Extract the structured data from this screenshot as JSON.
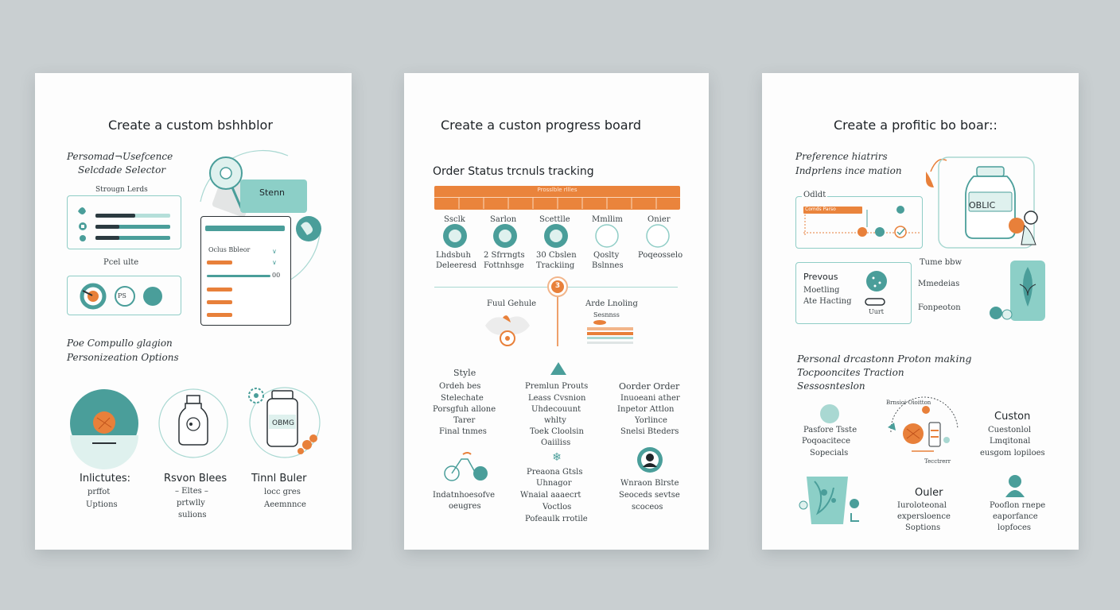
{
  "colors": {
    "teal": "#4a9e9a",
    "teal_light": "#a9d8d2",
    "orange": "#e8803a",
    "dark": "#243036"
  },
  "card1": {
    "title": "Create a custom bshhblor",
    "pref_line1": "Persomad¬Usefcence",
    "pref_line2": "Selcdade Selector",
    "group_label": "Strougn Lerds",
    "pref_label": "Pcel ulte",
    "swatch_label": "PS",
    "sticker_label": "Stenn",
    "list_item1": "Oclus Bbleor",
    "list_value": "00",
    "options_line1": "Poe Compullo glagion",
    "options_line2": "Personizeation Options",
    "items": [
      {
        "title": "Inlictutes:",
        "lines": [
          "prffot",
          "Uptions"
        ]
      },
      {
        "title": "Rsvon Blees",
        "lines": [
          "– Eltes –",
          "prtwlly",
          "sulions"
        ]
      },
      {
        "title": "Tinnl Buler",
        "lines": [
          "locc gres",
          "Aeemnnce"
        ]
      }
    ],
    "bottle_label": "OBMG"
  },
  "card2": {
    "title": "Create a custon progress board",
    "subtitle": "Order Status trcnuls tracking",
    "banner_label": "Prosslble rllles",
    "steps": [
      {
        "name": "Ssclk",
        "lines": [
          "Lhdsbuh",
          "Deleeresd"
        ]
      },
      {
        "name": "Sarlon",
        "lines": [
          "2  Sfrrngts",
          "Fottnhsge"
        ]
      },
      {
        "name": "Scettlle",
        "lines": [
          "30  Cbslen",
          "Trackiing"
        ]
      },
      {
        "name": "Mmllim",
        "lines": [
          "Qoslty",
          "Bslnnes"
        ]
      },
      {
        "name": "Onier",
        "lines": [
          "Poqeosselo"
        ]
      }
    ],
    "badge": "3",
    "left_label": "Fuul Gehule",
    "right_label1": "Arde Lnoling",
    "right_label2": "Sesnnss",
    "columns": [
      {
        "title": "Style",
        "lines": [
          "Ordeh bes",
          "Stelechate",
          "Porsgfuh allone",
          "Tarer",
          "Final tnmes"
        ]
      },
      {
        "title": "Premlun Prouts",
        "lines": [
          "Leass Cvsnion",
          "Uhdecouunt",
          "whlty",
          "Toek Cloolsin",
          "Oaiiliss"
        ]
      },
      {
        "title": "Oorder Order",
        "lines": [
          "Inuoeani ather",
          "Inpetor Attlon",
          "Yorlince",
          "Snelsi Bteders"
        ]
      }
    ],
    "bottom": [
      {
        "lines": [
          "Indatnhoesofve",
          "oeugres"
        ]
      },
      {
        "lines": [
          "Preaona Gtsls",
          "Uhnagor",
          "Wnaial aaaecrt",
          "Voctlos",
          "Pofeaulk rrotile"
        ]
      },
      {
        "lines": [
          "Wnraon Blrste",
          "Seoceds sevtse",
          "scoceos"
        ]
      }
    ]
  },
  "card3": {
    "title": "Create a profitic bo boar::",
    "pref_line1": "Preference hiatrirs",
    "pref_line2": "Indprlens ince mation",
    "order_label": "Odldt",
    "tracker_label": "Comds  Parso",
    "jar_label": "OBLIC",
    "prevous_title": "Prevous",
    "prevous_lines": [
      "Moetling",
      "Ate Hacting"
    ],
    "prevous_badge": "Uurt",
    "side_lines": [
      "Tume bbw",
      "Mmedeias",
      "Fonpeoton"
    ],
    "section_line1": "Personal drcastonn Proton making",
    "section_line2": "Tocpooncites Traction",
    "section_line3": "Sessosnteslon",
    "items": [
      {
        "title": "",
        "lines": [
          "Pasfore Tsste",
          "Poqoacitece",
          "Sopecials"
        ]
      },
      {
        "title": "",
        "lines": [
          "Brnsioi Oioitton",
          "Tecctrerr"
        ]
      },
      {
        "title": "Custon",
        "lines": [
          "Cuestonlol",
          "Lmqitonal",
          "eusgom lopiloes"
        ]
      },
      {
        "title": "",
        "lines": []
      },
      {
        "title": "Ouler",
        "lines": [
          "Iuroloteonal",
          "expersloence",
          "Soptions"
        ]
      },
      {
        "title": "",
        "lines": [
          "Pooflon rnepe",
          "eaporfance",
          "lopfoces"
        ]
      }
    ]
  }
}
